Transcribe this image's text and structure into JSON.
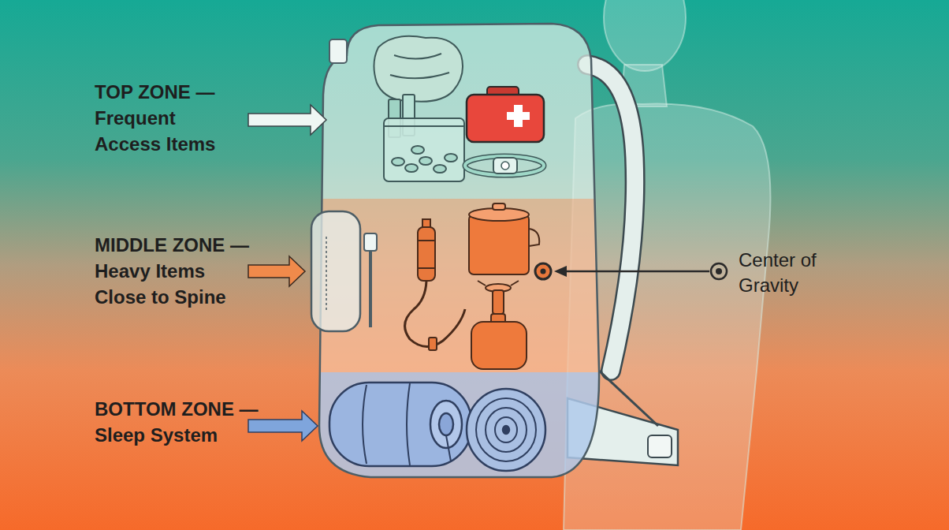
{
  "diagram": {
    "labels": [
      "TOP ZONE — Frequent Access Items",
      "MIDDLE ZONE — Heavy Items Close to Spine",
      "BOTTOM ZONE — Sleep System",
      "Center of Gravity"
    ]
  }
}
